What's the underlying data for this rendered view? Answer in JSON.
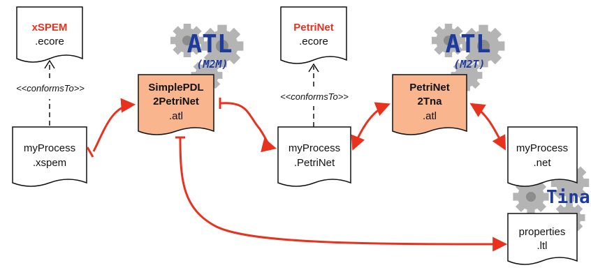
{
  "colors": {
    "arrow": "#e8321e",
    "transform_fill": "#f9b58d",
    "gear": "#b4b4b4",
    "tool_text": "#1d3a9e",
    "metamodel_name": "#e8321e"
  },
  "documents": {
    "xspem_ecore": {
      "name": "xSPEM",
      "ext": ".ecore"
    },
    "petrinet_ecore": {
      "name": "PetriNet",
      "ext": ".ecore"
    },
    "myprocess_xspem": {
      "name": "myProcess",
      "ext": ".xspem"
    },
    "myprocess_petrinet": {
      "name": "myProcess",
      "ext": ".PetriNet"
    },
    "myprocess_net": {
      "name": "myProcess",
      "ext": ".net"
    },
    "properties_ltl": {
      "name": "properties",
      "ext": ".ltl"
    }
  },
  "transformations": {
    "simplepdl2petrinet": {
      "line1": "SimplePDL",
      "line2": "2PetriNet",
      "ext": ".atl"
    },
    "petrinet2tna": {
      "line1": "PetriNet",
      "line2": "2Tna",
      "ext": ".atl"
    }
  },
  "tools": {
    "atl_m2m": {
      "name": "ATL",
      "mode": "(M2M)"
    },
    "atl_m2t": {
      "name": "ATL",
      "mode": "(M2T)"
    },
    "tina": {
      "name": "Tina"
    }
  },
  "relations": {
    "conforms_left": "<<conformsTo>>",
    "conforms_right": "<<conformsTo>>"
  }
}
